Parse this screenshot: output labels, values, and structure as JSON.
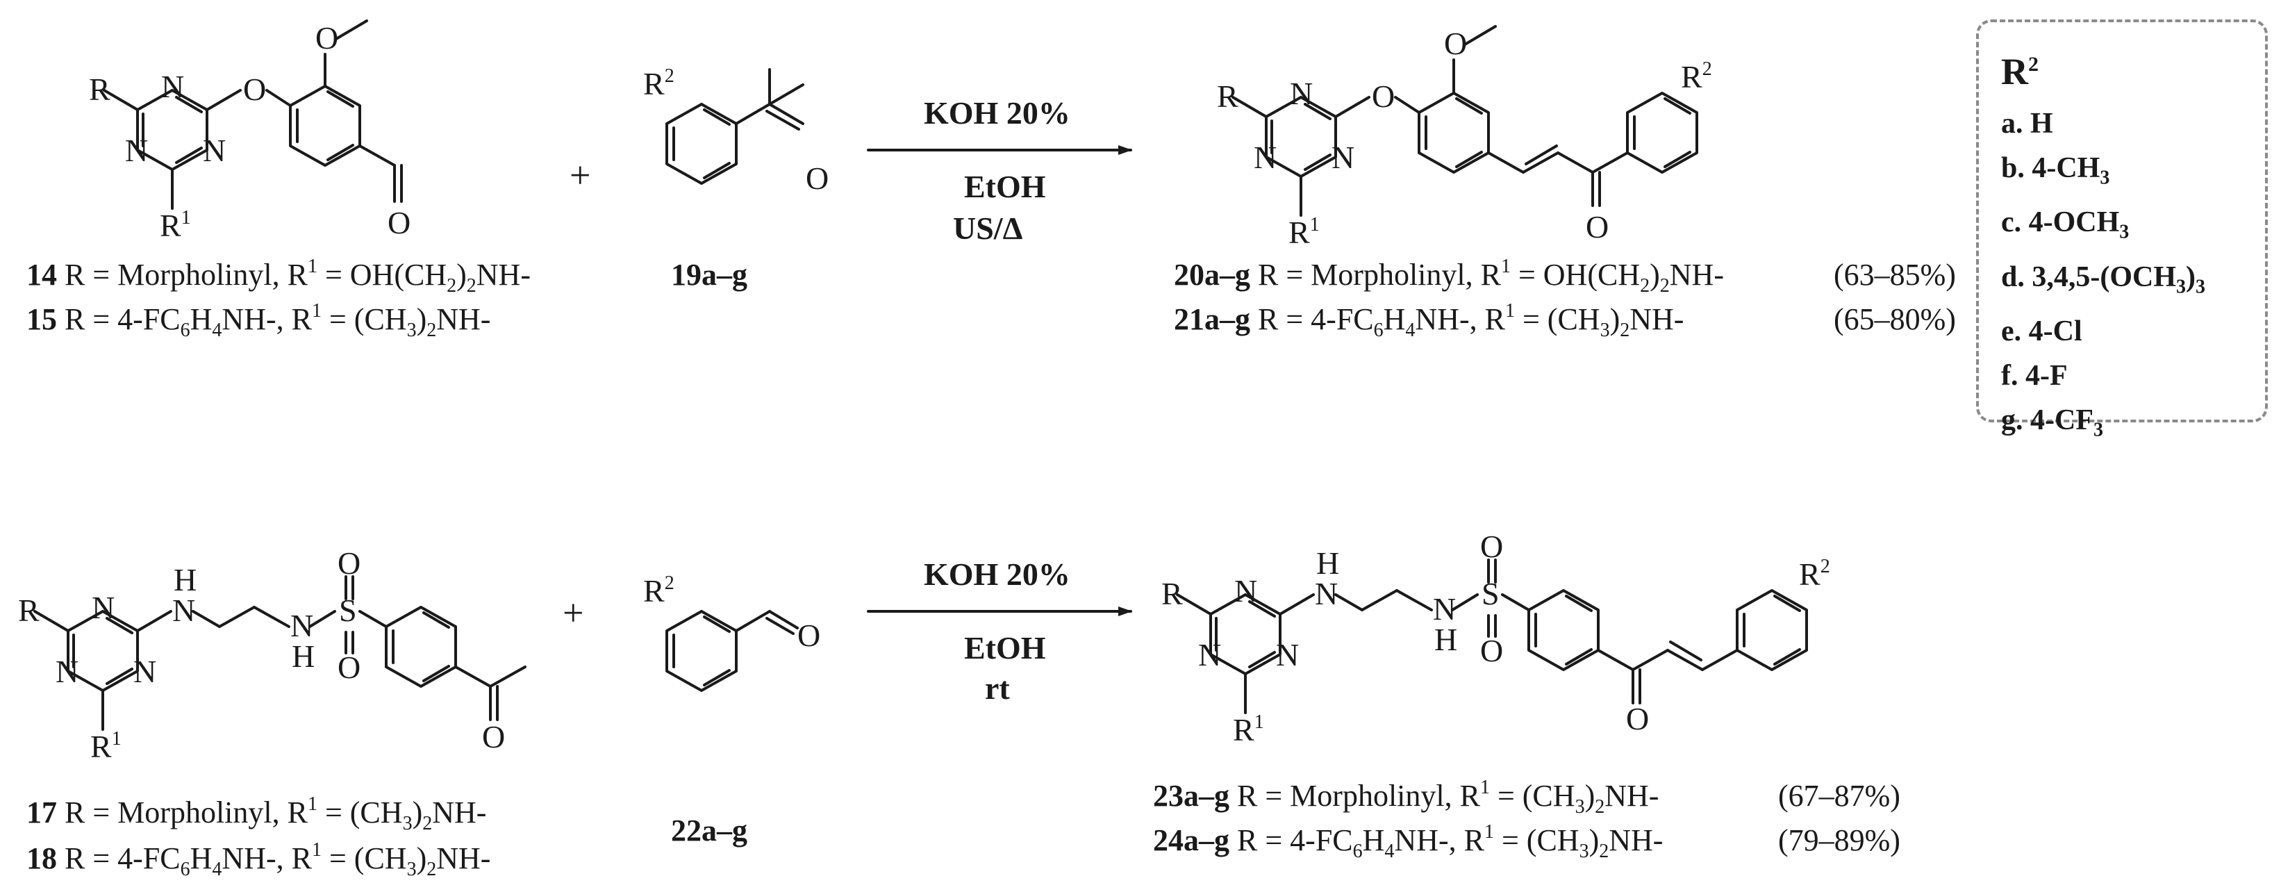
{
  "atoms": {
    "R": "R",
    "N": "N",
    "O": "O",
    "S": "S",
    "H": "H",
    "R1": "R",
    "R1_sup": "1",
    "R2": "R",
    "R2_sup": "2"
  },
  "plus": "+",
  "reaction1": {
    "reagent": "KOH 20%",
    "solvent": "EtOH",
    "conditions": "US/Δ",
    "sm_14": {
      "number": "14",
      "text": " R = Morpholinyl, R",
      "sup": "1",
      "text2": " = OH(CH",
      "sub": "2",
      "text3": ")",
      "sub2": "2",
      "text4": "NH-"
    },
    "sm_15": {
      "number": "15",
      "text": " R = 4-FC",
      "sub": "6",
      "text2": "H",
      "sub2": "4",
      "text3": "NH-, R",
      "sup": "1",
      "text4": " = (CH",
      "sub3": "3",
      "text5": ")",
      "sub4": "2",
      "text6": "NH-"
    },
    "ketone": "19a–g",
    "prod_20": {
      "number": "20a–g",
      "text": " R = Morpholinyl, R",
      "sup": "1",
      "text2": " = OH(CH",
      "sub": "2",
      "text3": ")",
      "sub2": "2",
      "text4": "NH-",
      "yield": "(63–85%)"
    },
    "prod_21": {
      "number": "21a–g",
      "text": " R = 4-FC",
      "sub": "6",
      "text2": "H",
      "sub2": "4",
      "text3": "NH-, R",
      "sup": "1",
      "text4": " = (CH",
      "sub3": "3",
      "text5": ")",
      "sub4": "2",
      "text6": "NH-",
      "yield": "(65–80%)"
    }
  },
  "reaction2": {
    "reagent": "KOH 20%",
    "solvent": "EtOH",
    "conditions": "rt",
    "sm_17": {
      "number": "17",
      "text": " R = Morpholinyl, R",
      "sup": "1",
      "text2": " = (CH",
      "sub": "3",
      "text3": ")",
      "sub2": "2",
      "text4": "NH-"
    },
    "sm_18": {
      "number": "18",
      "text": " R = 4-FC",
      "sub": "6",
      "text2": "H",
      "sub2": "4",
      "text3": "NH-, R",
      "sup": "1",
      "text4": " = (CH",
      "sub3": "3",
      "text5": ")",
      "sub4": "2",
      "text6": "NH-"
    },
    "aldehyde": "22a–g",
    "prod_23": {
      "number": "23a–g",
      "text": " R = Morpholinyl, R",
      "sup": "1",
      "text2": " = (CH",
      "sub": "3",
      "text3": ")",
      "sub2": "2",
      "text4": "NH-",
      "yield": "(67–87%)"
    },
    "prod_24": {
      "number": "24a–g",
      "text": " R = 4-FC",
      "sub": "6",
      "text2": "H",
      "sub2": "4",
      "text3": "NH-, R",
      "sup": "1",
      "text4": " = (CH",
      "sub3": "3",
      "text5": ")",
      "sub4": "2",
      "text6": "NH-",
      "yield": "(79–89%)"
    }
  },
  "substituents": {
    "title": "R",
    "title_sup": "2",
    "a": "a. H",
    "b": {
      "pre": "b. 4-CH",
      "sub": "3"
    },
    "c": {
      "pre": "c. 4-OCH",
      "sub": "3"
    },
    "d": {
      "pre": "d. 3,4,5-(OCH",
      "sub": "3",
      "post": ")",
      "sub2": "3"
    },
    "e": "e. 4-Cl",
    "f": "f.  4-F",
    "g": {
      "pre": "g. 4-CF",
      "sub": "3"
    }
  }
}
